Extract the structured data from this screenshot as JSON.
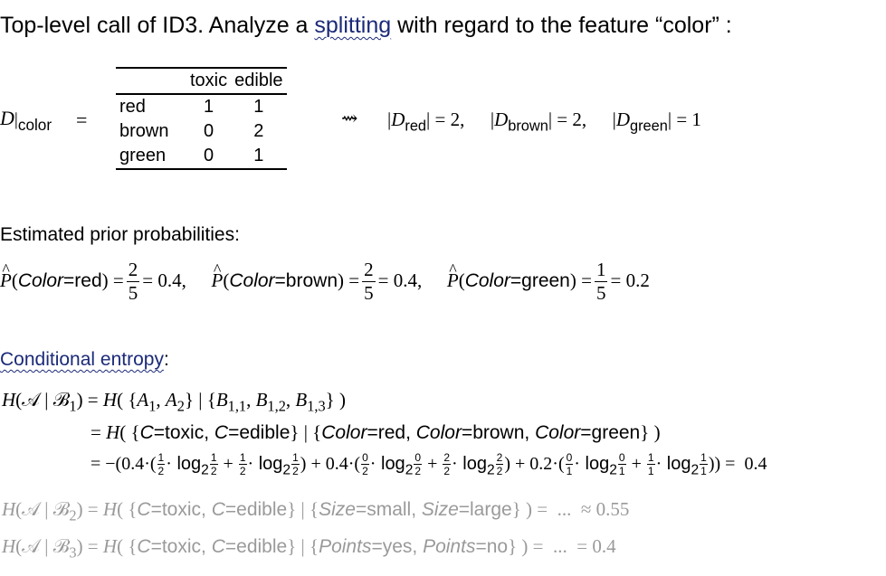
{
  "title": {
    "prefix": "Top-level call of ID3. Analyze a ",
    "link": "splitting",
    "suffix": " with regard to the feature “color” :"
  },
  "dataset": {
    "lhs_var": "D",
    "lhs_sub": "color",
    "eq": "=",
    "table": {
      "headers": [
        "",
        "toxic",
        "edible"
      ],
      "rows": [
        [
          "red",
          "1",
          "1"
        ],
        [
          "brown",
          "0",
          "2"
        ],
        [
          "green",
          "0",
          "1"
        ]
      ]
    },
    "arrow": "⇝",
    "counts": [
      {
        "sub": "red",
        "value": "2"
      },
      {
        "sub": "brown",
        "value": "2"
      },
      {
        "sub": "green",
        "value": "1"
      }
    ]
  },
  "priors": {
    "heading": "Estimated prior probabilities:",
    "items": [
      {
        "feature": "Color",
        "value": "red",
        "num": "2",
        "den": "5",
        "result": "0.4"
      },
      {
        "feature": "Color",
        "value": "brown",
        "num": "2",
        "den": "5",
        "result": "0.4"
      },
      {
        "feature": "Color",
        "value": "green",
        "num": "1",
        "den": "5",
        "result": "0.2"
      }
    ]
  },
  "conditional": {
    "heading": "Conditional entropy",
    "heading_colon": ":",
    "line1": {
      "lhs": "H(𝒜 | ℬ",
      "lhs_sub": "1",
      "rhs": ") = H( {A₁, A₂} | {B₁,₁, B₁,₂, B₁,₃} )"
    },
    "line2": {
      "C1": "C",
      "v1": "toxic",
      "C2": "C",
      "v2": "edible",
      "f1": "Color",
      "fv1": "red",
      "f2": "Color",
      "fv2": "brown",
      "f3": "Color",
      "fv3": "green"
    },
    "line3": {
      "w1": "0.4",
      "w2": "0.4",
      "w3": "0.2",
      "result": "0.4",
      "fr": [
        [
          "1",
          "2"
        ],
        [
          "1",
          "2"
        ],
        [
          "1",
          "2"
        ],
        [
          "1",
          "2"
        ],
        [
          "0",
          "2"
        ],
        [
          "0",
          "2"
        ],
        [
          "2",
          "2"
        ],
        [
          "2",
          "2"
        ],
        [
          "0",
          "1"
        ],
        [
          "0",
          "1"
        ],
        [
          "1",
          "1"
        ],
        [
          "1",
          "1"
        ]
      ]
    },
    "b2": {
      "sub": "2",
      "f": "Size",
      "fv1": "small",
      "fv2": "large",
      "rel": "≈",
      "result": "0.55"
    },
    "b3": {
      "sub": "3",
      "f": "Points",
      "fv1": "yes",
      "fv2": "no",
      "rel": "=",
      "result": "0.4"
    },
    "ellipsis": "...",
    "class_toxic": "toxic",
    "class_edible": "edible"
  }
}
